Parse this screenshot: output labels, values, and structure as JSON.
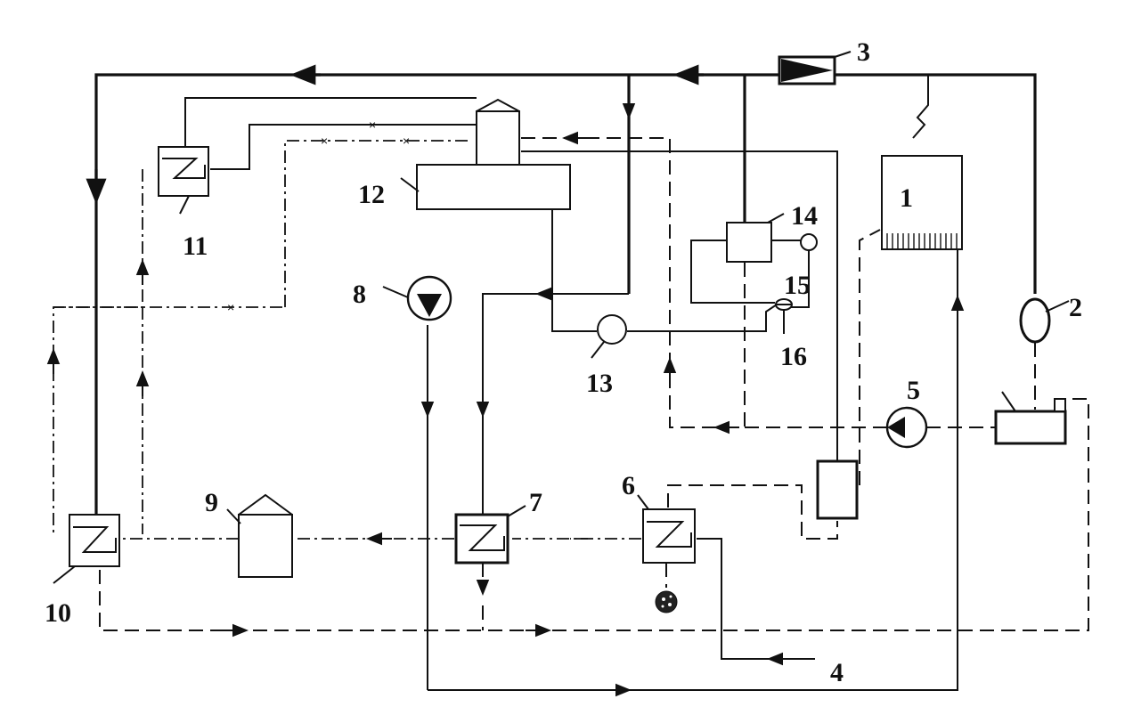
{
  "component_labels": [
    "1",
    "2",
    "3",
    "4",
    "5",
    "6",
    "7",
    "8",
    "9",
    "10",
    "11",
    "12",
    "13",
    "14",
    "15",
    "16"
  ],
  "colors": {
    "line": "#111111",
    "background": "#ffffff"
  }
}
